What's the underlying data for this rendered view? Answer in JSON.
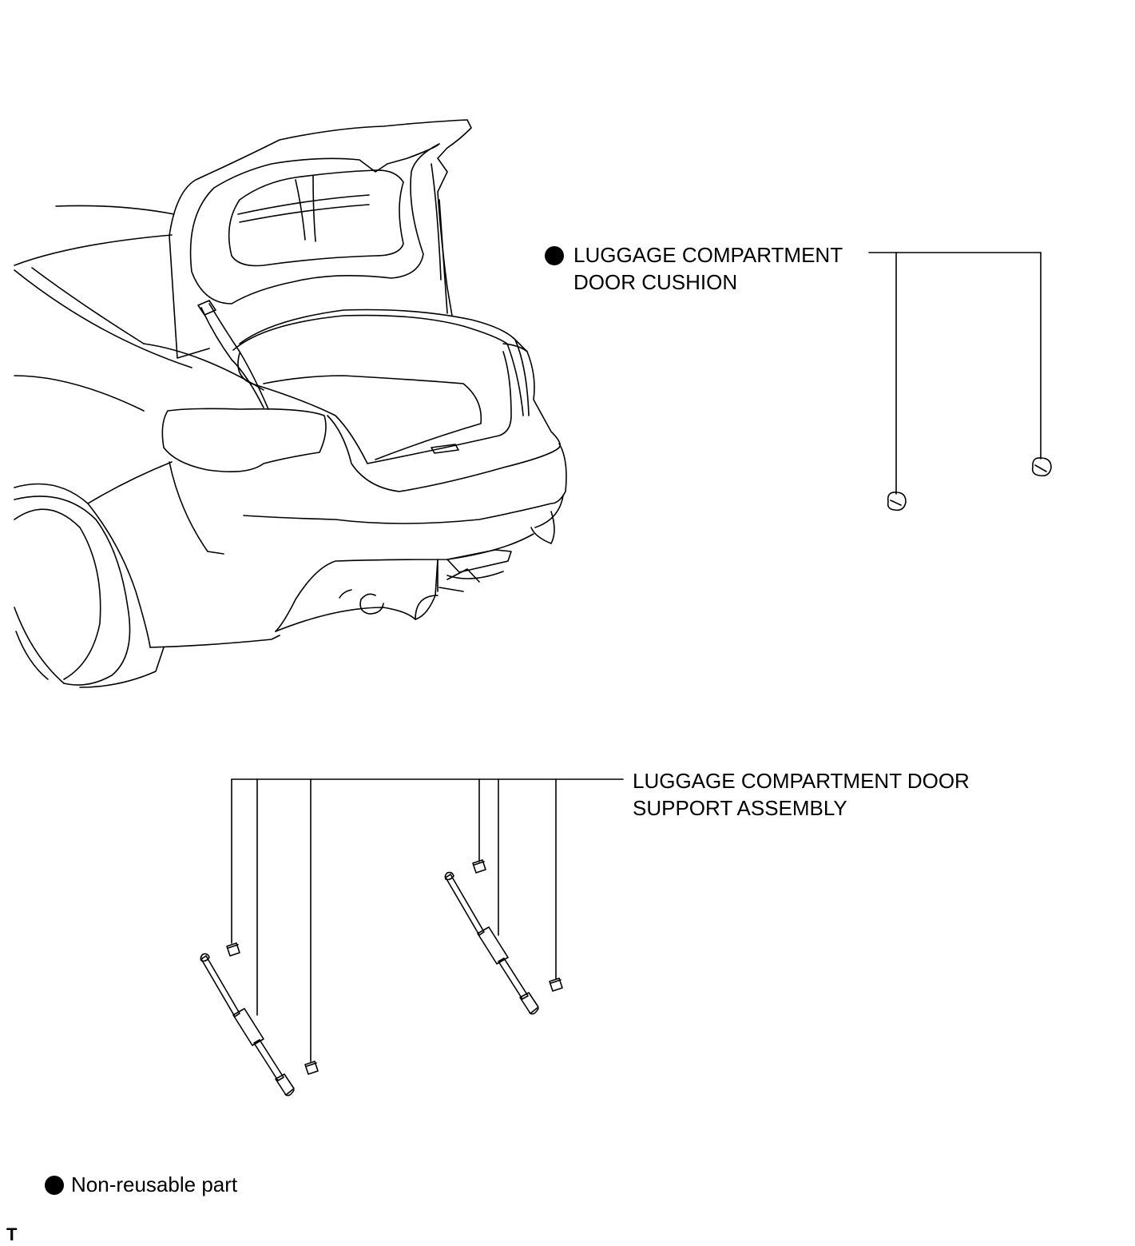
{
  "callouts": {
    "cushion": {
      "line1": "LUGGAGE COMPARTMENT",
      "line2": "DOOR CUSHION",
      "non_reusable": true
    },
    "support": {
      "line1": "LUGGAGE COMPARTMENT DOOR",
      "line2": "SUPPORT ASSEMBLY"
    }
  },
  "legend": {
    "label": "Non-reusable part"
  },
  "figure_code": "T",
  "colors": {
    "ink": "#000000",
    "paper": "#ffffff"
  }
}
